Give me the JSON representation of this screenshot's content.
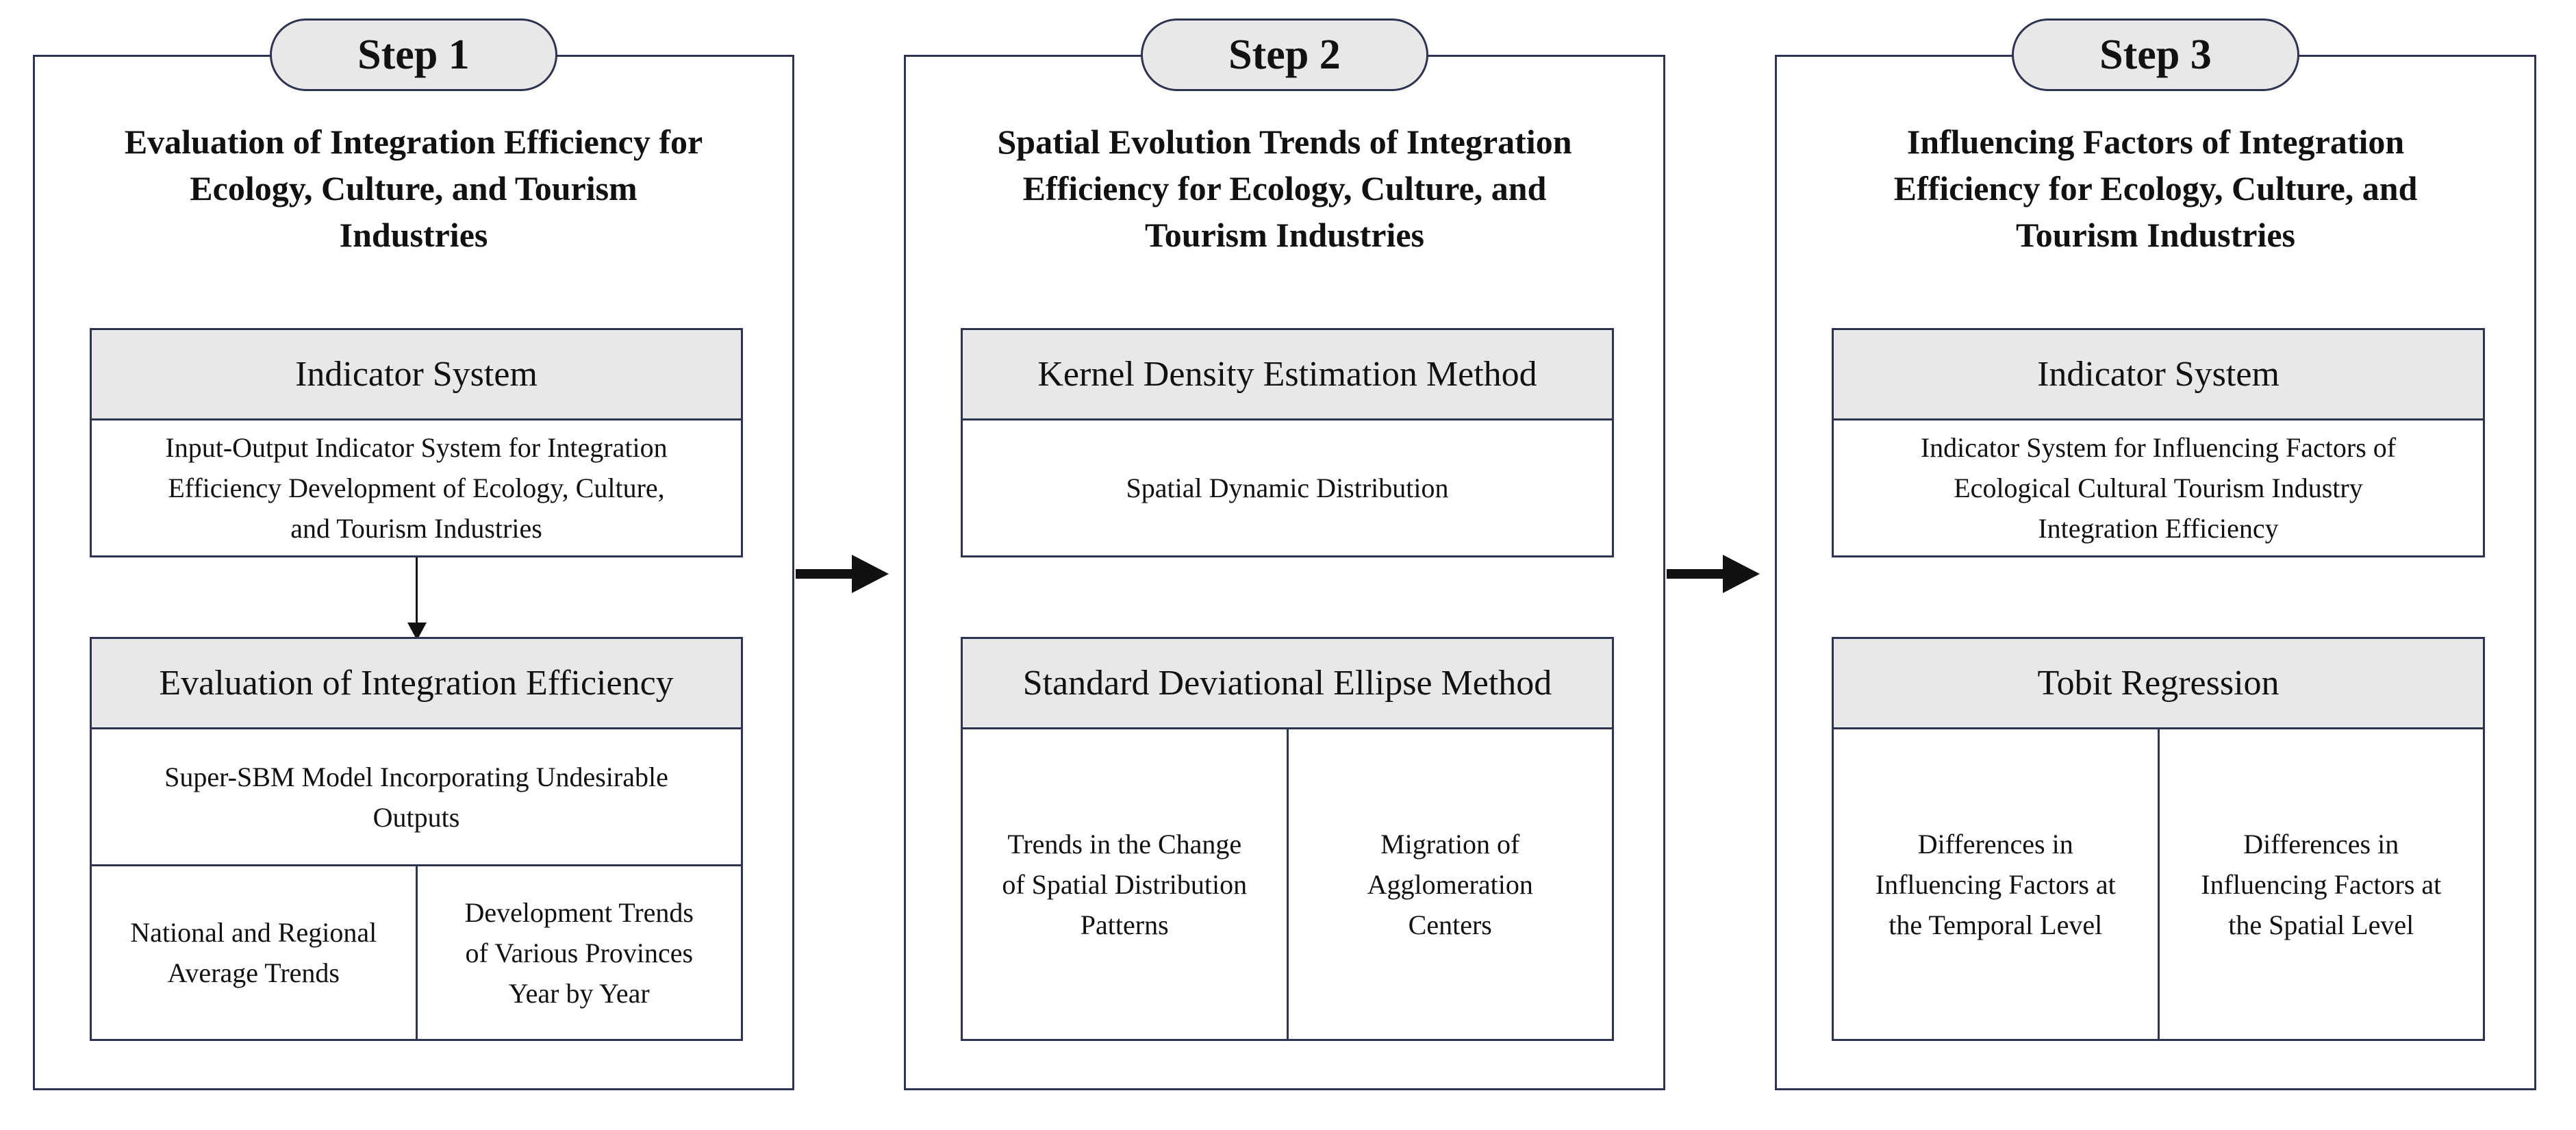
{
  "steps": [
    {
      "label": "Step 1",
      "title_lines": [
        "Evaluation of Integration Efficiency for",
        "Ecology, Culture, and Tourism",
        "Industries"
      ],
      "indicator_header": "Indicator System",
      "indicator_body_lines": [
        "Input-Output Indicator System for Integration",
        "Efficiency Development of Ecology, Culture,",
        "and Tourism Industries"
      ],
      "eval_header": "Evaluation of Integration Efficiency",
      "eval_model_lines": [
        "Super-SBM Model Incorporating Undesirable",
        "Outputs"
      ],
      "eval_left_lines": [
        "National and Regional",
        "Average Trends"
      ],
      "eval_right_lines": [
        "Development Trends",
        "of Various Provinces",
        "Year by Year"
      ]
    },
    {
      "label": "Step 2",
      "title_lines": [
        "Spatial Evolution Trends of Integration",
        "Efficiency for Ecology, Culture, and",
        "Tourism Industries"
      ],
      "kde_header": "Kernel Density Estimation Method",
      "kde_body": "Spatial Dynamic Distribution",
      "sde_header": "Standard Deviational Ellipse Method",
      "sde_left_lines": [
        "Trends in the Change",
        "of Spatial Distribution",
        "Patterns"
      ],
      "sde_right_lines": [
        "Migration of",
        "Agglomeration",
        "Centers"
      ]
    },
    {
      "label": "Step 3",
      "title_lines": [
        "Influencing Factors of Integration",
        "Efficiency for Ecology, Culture, and",
        "Tourism Industries"
      ],
      "indicator_header": "Indicator System",
      "indicator_body_lines": [
        "Indicator System for Influencing Factors of",
        "Ecological Cultural Tourism Industry",
        "Integration Efficiency"
      ],
      "tobit_header": "Tobit Regression",
      "tobit_left_lines": [
        "Differences in",
        "Influencing Factors at",
        "the Temporal Level"
      ],
      "tobit_right_lines": [
        "Differences in",
        "Influencing Factors at",
        "the Spatial Level"
      ]
    }
  ]
}
